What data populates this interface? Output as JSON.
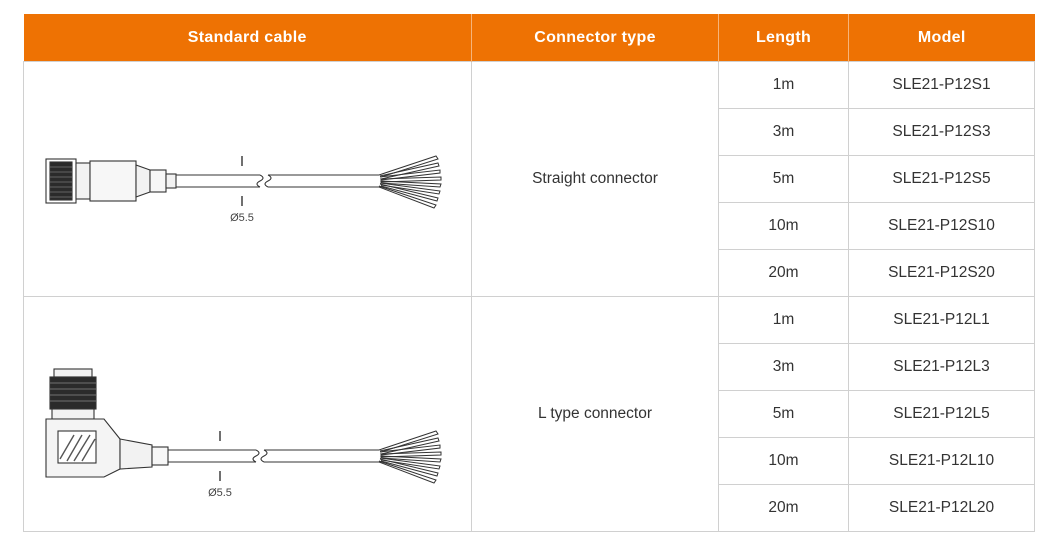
{
  "headers": {
    "cable": "Standard cable",
    "connector": "Connector type",
    "length": "Length",
    "model": "Model"
  },
  "groups": [
    {
      "connector_type": "Straight connector",
      "diameter": "Ø5.5",
      "rows": [
        {
          "length": "1m",
          "model": "SLE21-P12S1"
        },
        {
          "length": "3m",
          "model": "SLE21-P12S3"
        },
        {
          "length": "5m",
          "model": "SLE21-P12S5"
        },
        {
          "length": "10m",
          "model": "SLE21-P12S10"
        },
        {
          "length": "20m",
          "model": "SLE21-P12S20"
        }
      ]
    },
    {
      "connector_type": "L type connector",
      "diameter": "Ø5.5",
      "rows": [
        {
          "length": "1m",
          "model": "SLE21-P12L1"
        },
        {
          "length": "3m",
          "model": "SLE21-P12L3"
        },
        {
          "length": "5m",
          "model": "SLE21-P12L5"
        },
        {
          "length": "10m",
          "model": "SLE21-P12L10"
        },
        {
          "length": "20m",
          "model": "SLE21-P12L20"
        }
      ]
    }
  ],
  "colors": {
    "header_bg": "#ee7203",
    "header_text": "#ffffff",
    "border": "#d0d0d0"
  }
}
